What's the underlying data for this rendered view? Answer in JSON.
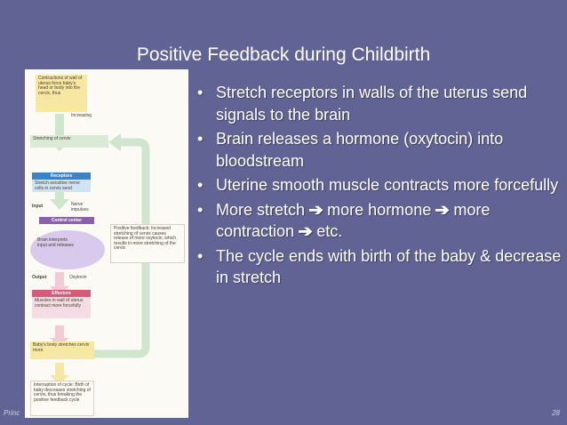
{
  "slide": {
    "title": "Positive Feedback during Childbirth",
    "bullets": [
      {
        "text": "Stretch receptors in walls of the uterus send signals to the brain"
      },
      {
        "text": "Brain releases a hormone (oxytocin) into bloodstream"
      },
      {
        "text": "Uterine smooth muscle contracts more forcefully"
      },
      {
        "parts": [
          "More stretch",
          "more hormone",
          "more contraction",
          "etc."
        ]
      },
      {
        "text": "The cycle ends with birth of the baby & decrease in stretch"
      }
    ],
    "bullet_char": "•",
    "arrow_char": "➔",
    "footer_left": "Princ",
    "page_number": "28"
  },
  "figure": {
    "contractions": "Contractions of wall of uterus force baby's head or body into the cervix, thus",
    "increasing": "Increasing",
    "stretching": "Stretching of cervix",
    "receptors_header": "Receptors",
    "receptors_body": "Stretch-sensitive nerve cells in cervix send",
    "input": "Input",
    "nerve_impulses": "Nerve impulses",
    "control_header": "Control center",
    "control_body": "Brain interprets input and releases",
    "output": "Output",
    "oxytocin": "Oxytocin",
    "effectors_header": "Effectors",
    "effectors_body": "Muscles in wall of uterus contract more forcefully",
    "positive_feedback": "Positive feedback: Increased stretching of cervix causes release of more oxytocin, which results in more stretching of the cervix",
    "baby_stretches": "Baby's body stretches cervix more",
    "interruption": "Interruption of cycle: Birth of baby decreases stretching of cervix, thus breaking the positive feedback cycle"
  }
}
